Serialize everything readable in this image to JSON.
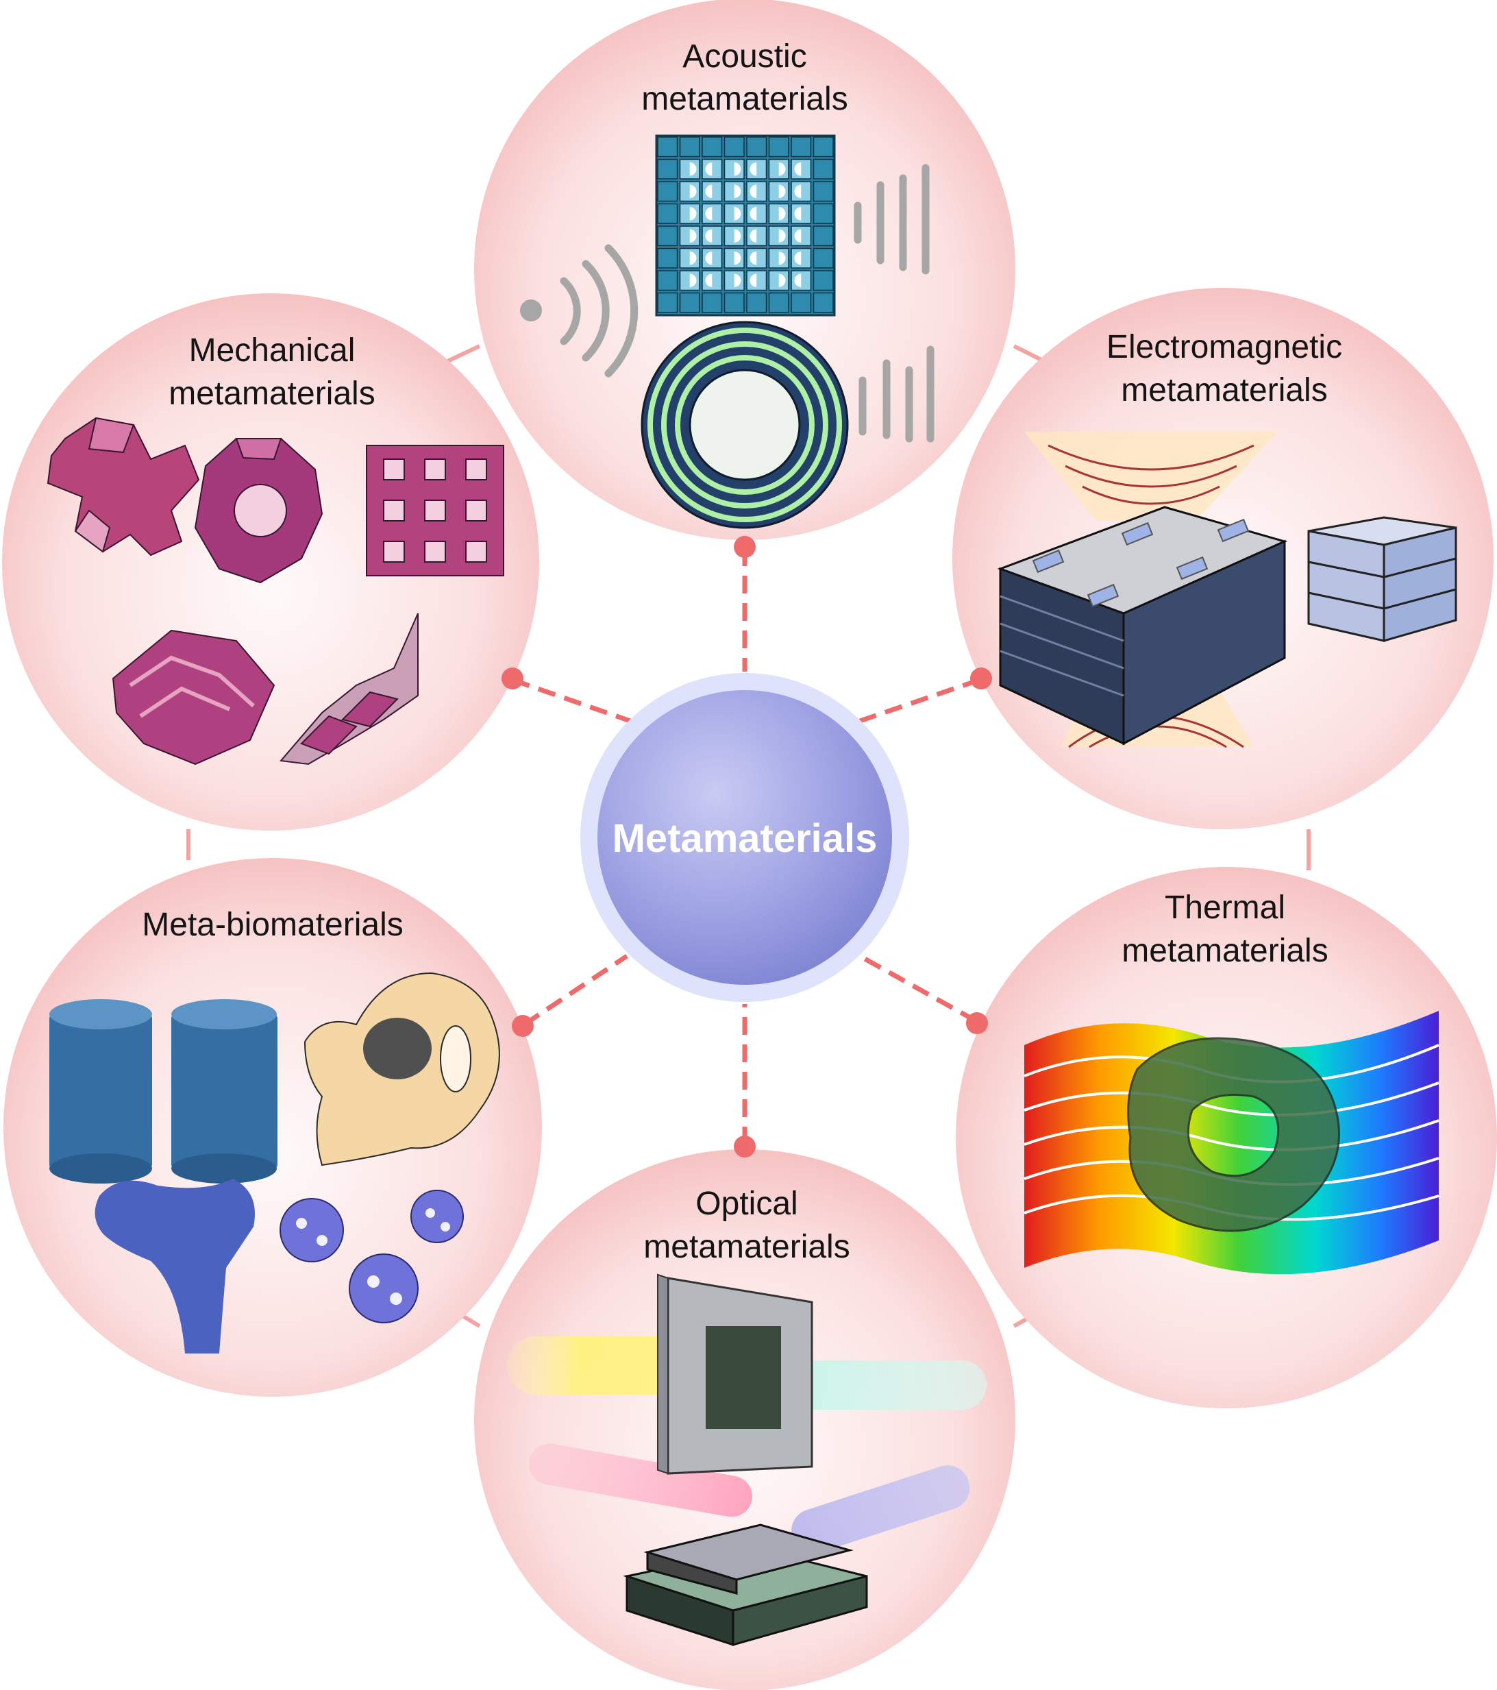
{
  "diagram": {
    "center": {
      "label": "Metamaterials"
    },
    "categories": [
      {
        "id": "acoustic",
        "lines": [
          "Acoustic",
          "metamaterials"
        ]
      },
      {
        "id": "electromagnetic",
        "lines": [
          "Electromagnetic",
          "metamaterials"
        ]
      },
      {
        "id": "thermal",
        "lines": [
          "Thermal",
          "metamaterials"
        ]
      },
      {
        "id": "optical",
        "lines": [
          "Optical",
          "metamaterials"
        ]
      },
      {
        "id": "meta-bio",
        "lines": [
          "Meta-biomaterials"
        ]
      },
      {
        "id": "mechanical",
        "lines": [
          "Mechanical",
          "metamaterials"
        ]
      }
    ]
  },
  "colors": {
    "circle_fill_outer": "#f7c6c6",
    "circle_fill_inner": "#fdf0f0",
    "connector": "#ef6a6a",
    "center_fill": "#9b9fe0",
    "center_ring": "#dfe2fb",
    "center_text": "#ffffff"
  }
}
